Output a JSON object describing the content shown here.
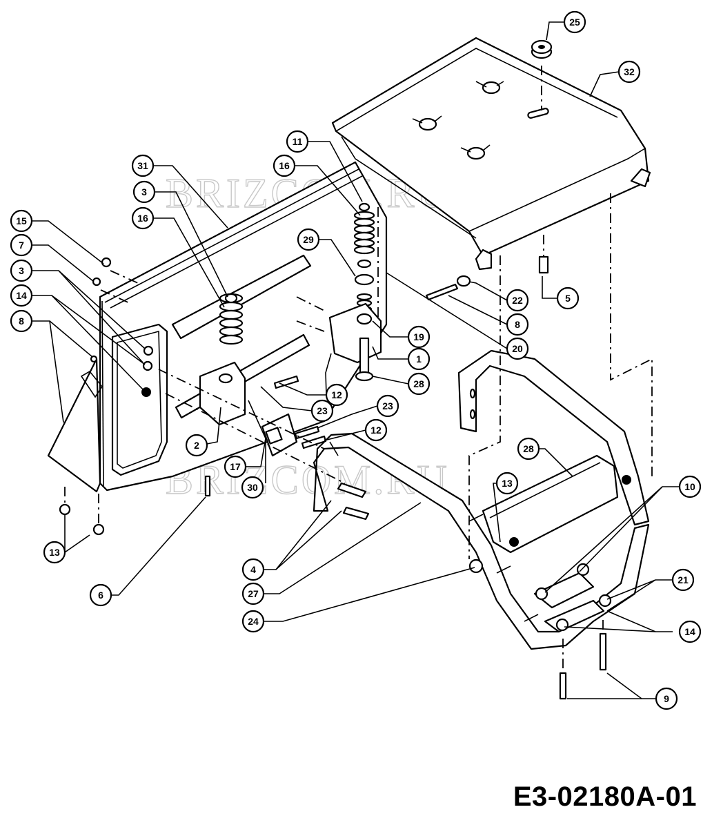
{
  "drawing_code": "E3-02180A-01",
  "watermarks": [
    "BRIZCOM.RU",
    "BRIZCOM.RU"
  ],
  "callouts": [
    {
      "id": "c25",
      "label": "25"
    },
    {
      "id": "c32",
      "label": "32"
    },
    {
      "id": "c11",
      "label": "11"
    },
    {
      "id": "c16a",
      "label": "16"
    },
    {
      "id": "c31",
      "label": "31"
    },
    {
      "id": "c3a",
      "label": "3"
    },
    {
      "id": "c16b",
      "label": "16"
    },
    {
      "id": "c15",
      "label": "15"
    },
    {
      "id": "c7",
      "label": "7"
    },
    {
      "id": "c3b",
      "label": "3"
    },
    {
      "id": "c14a",
      "label": "14"
    },
    {
      "id": "c8a",
      "label": "8"
    },
    {
      "id": "c29",
      "label": "29"
    },
    {
      "id": "c22",
      "label": "22"
    },
    {
      "id": "c5",
      "label": "5"
    },
    {
      "id": "c8b",
      "label": "8"
    },
    {
      "id": "c20",
      "label": "20"
    },
    {
      "id": "c19",
      "label": "19"
    },
    {
      "id": "c1",
      "label": "1"
    },
    {
      "id": "c28a",
      "label": "28"
    },
    {
      "id": "c12a",
      "label": "12"
    },
    {
      "id": "c23a",
      "label": "23"
    },
    {
      "id": "c23b",
      "label": "23"
    },
    {
      "id": "c12b",
      "label": "12"
    },
    {
      "id": "c2",
      "label": "2"
    },
    {
      "id": "c17",
      "label": "17"
    },
    {
      "id": "c30",
      "label": "30"
    },
    {
      "id": "c28b",
      "label": "28"
    },
    {
      "id": "c13a",
      "label": "13"
    },
    {
      "id": "c10",
      "label": "10"
    },
    {
      "id": "c13b",
      "label": "13"
    },
    {
      "id": "c6",
      "label": "6"
    },
    {
      "id": "c4",
      "label": "4"
    },
    {
      "id": "c27",
      "label": "27"
    },
    {
      "id": "c24",
      "label": "24"
    },
    {
      "id": "c21",
      "label": "21"
    },
    {
      "id": "c14b",
      "label": "14"
    },
    {
      "id": "c9",
      "label": "9"
    }
  ]
}
